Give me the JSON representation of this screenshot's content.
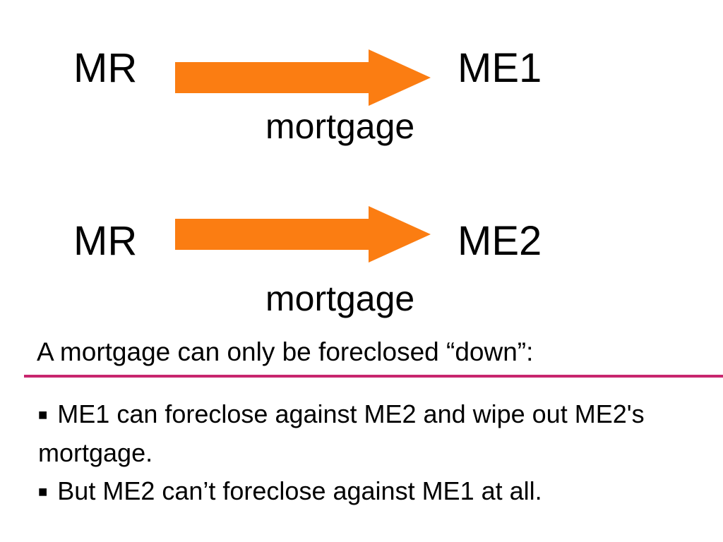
{
  "diagram": {
    "rows": [
      {
        "source": "MR",
        "target": "ME1",
        "edge_label": "mortgage"
      },
      {
        "source": "MR",
        "target": "ME2",
        "edge_label": "mortgage"
      }
    ],
    "arrow_color": "#fb7d12"
  },
  "heading": "A mortgage can only be foreclosed “down”:",
  "rule_color": "#c8266e",
  "bullets": [
    {
      "glyph": "■",
      "text": "ME1 can foreclose against ME2 and wipe out ME2's mortgage."
    },
    {
      "glyph": "■",
      "text": "But ME2 can’t foreclose against ME1 at all."
    }
  ]
}
